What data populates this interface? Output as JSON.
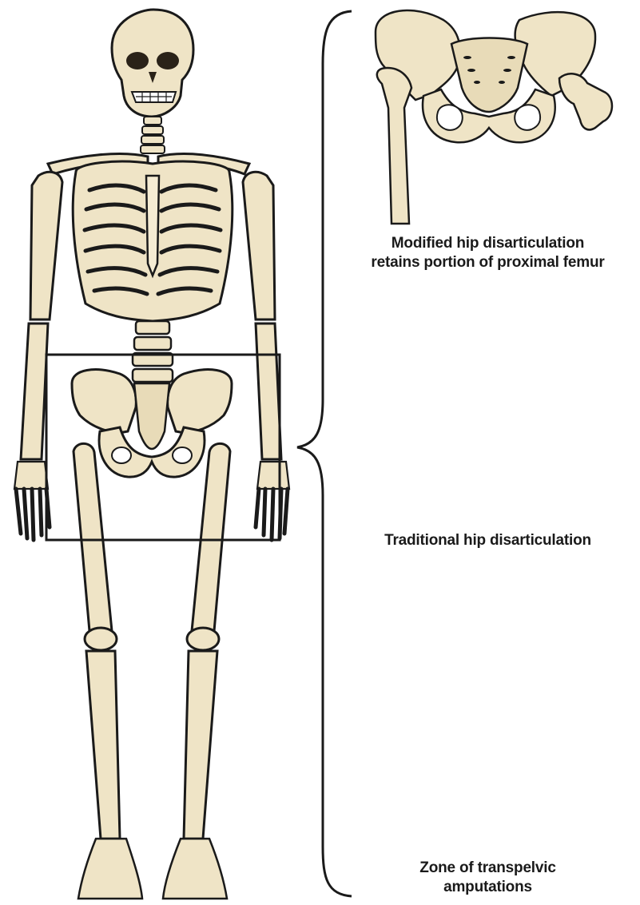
{
  "colors": {
    "bone": "#efe4c6",
    "bone_shadow": "#c9b88f",
    "outline": "#1a1a1a",
    "transpelvic_zone": "#c9c6ea"
  },
  "captions": {
    "modified": {
      "line1": "Modified hip disarticulation",
      "line2": "retains portion of proximal femur"
    },
    "traditional": {
      "line1": "Traditional hip disarticulation"
    },
    "transpelvic": {
      "line1": "Zone of transpelvic",
      "line2": "amputations"
    }
  }
}
